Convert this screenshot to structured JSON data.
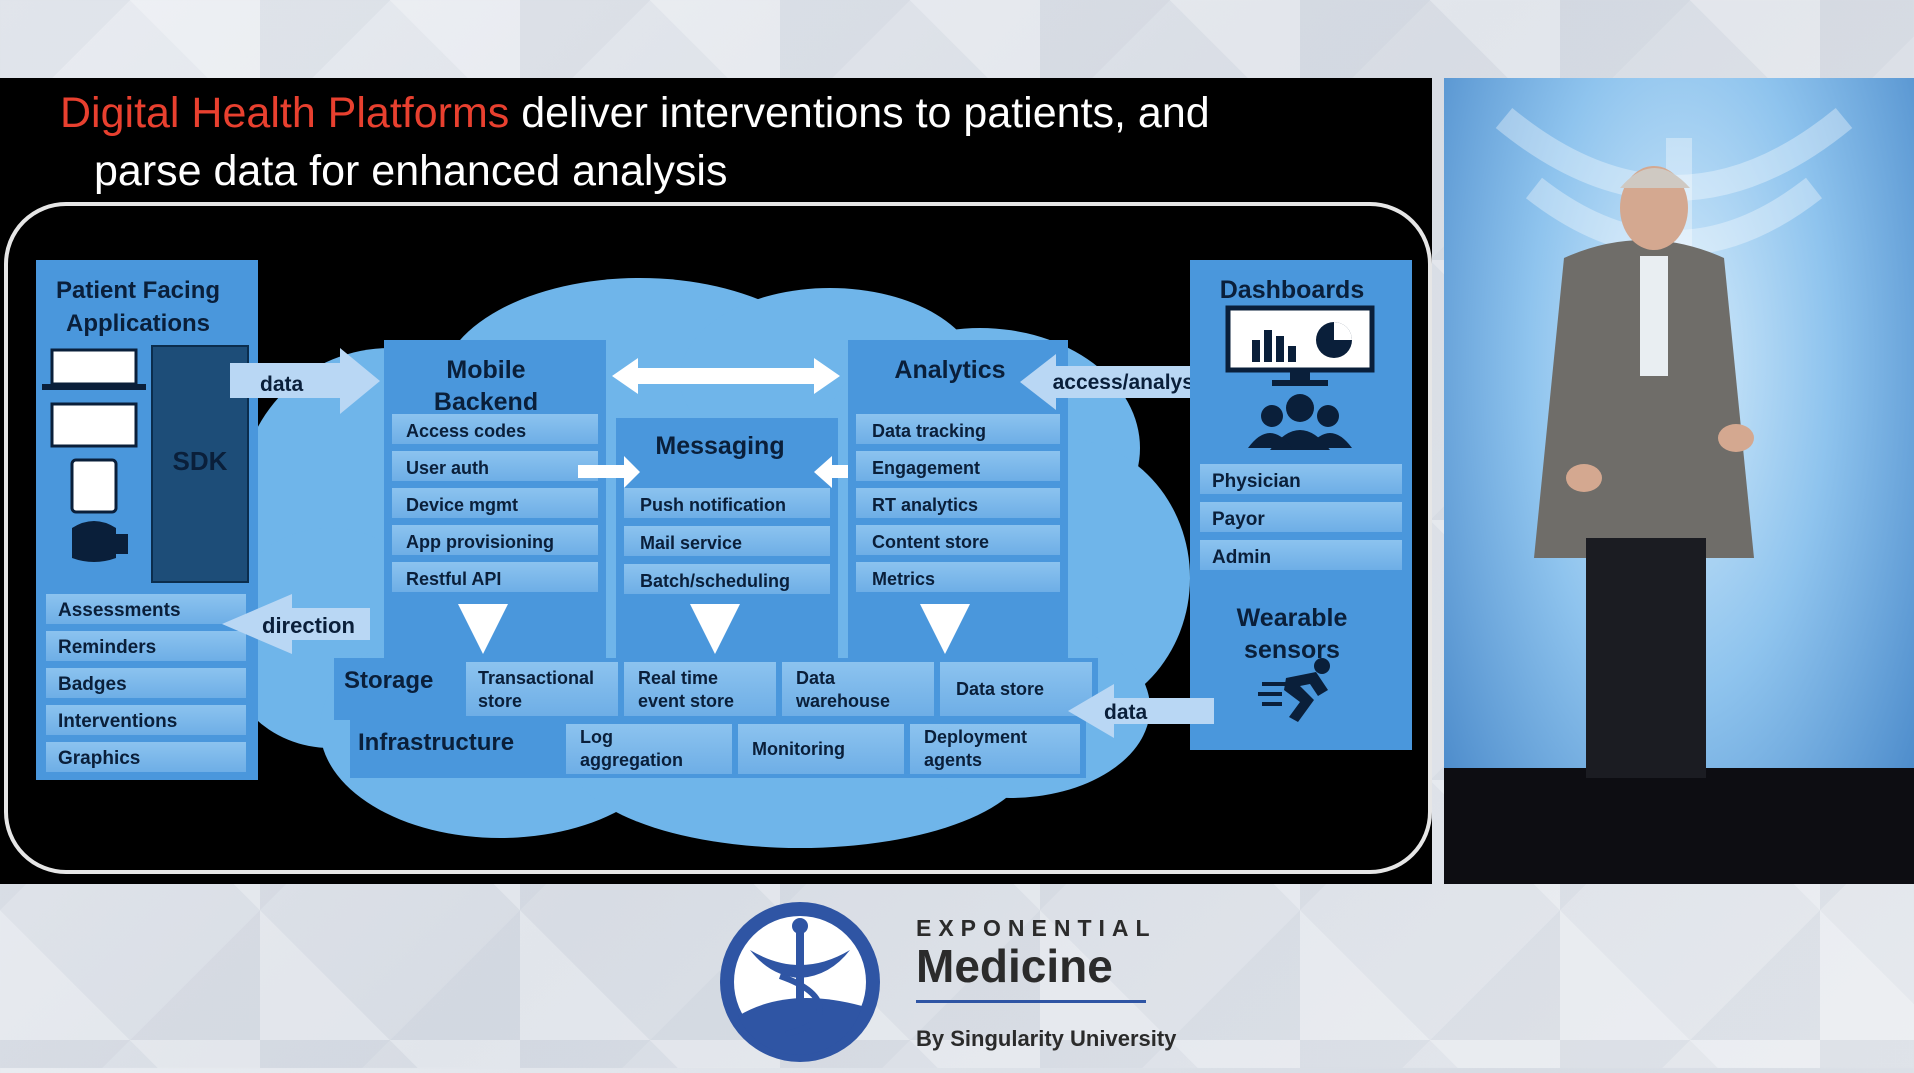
{
  "slide": {
    "title_highlight": "Digital Health Platforms",
    "title_line1_rest": " deliver interventions to patients, and",
    "title_line2": "parse data for enhanced analysis"
  },
  "diagram": {
    "patient": {
      "title1": "Patient Facing",
      "title2": "Applications",
      "sdk": "SDK",
      "items": [
        "Assessments",
        "Reminders",
        "Badges",
        "Interventions",
        "Graphics"
      ]
    },
    "arrows": {
      "data_in": "data",
      "direction": "direction",
      "access": "access/analysis",
      "wearable_data": "data"
    },
    "mobile_backend": {
      "title1": "Mobile",
      "title2": "Backend",
      "items": [
        "Access codes",
        "User auth",
        "Device mgmt",
        "App provisioning",
        "Restful API"
      ]
    },
    "messaging": {
      "title": "Messaging",
      "items": [
        "Push notification",
        "Mail service",
        "Batch/scheduling"
      ]
    },
    "analytics": {
      "title": "Analytics",
      "items": [
        "Data tracking",
        "Engagement",
        "RT analytics",
        "Content store",
        "Metrics"
      ]
    },
    "storage": {
      "label": "Storage",
      "cells": [
        {
          "l1": "Transactional",
          "l2": "store"
        },
        {
          "l1": "Real time",
          "l2": "event store"
        },
        {
          "l1": "Data",
          "l2": "warehouse"
        },
        {
          "l1": "Data store",
          "l2": ""
        }
      ]
    },
    "infrastructure": {
      "label": "Infrastructure",
      "cells": [
        {
          "l1": "Log",
          "l2": "aggregation"
        },
        {
          "l1": "Monitoring",
          "l2": ""
        },
        {
          "l1": "Deployment",
          "l2": "agents"
        }
      ]
    },
    "dashboards": {
      "title": "Dashboards",
      "items": [
        "Physician",
        "Payor",
        "Admin"
      ]
    },
    "wearables": {
      "title1": "Wearable",
      "title2": "sensors"
    }
  },
  "brand": {
    "line1": "EXPONENTIAL",
    "line2": "Medicine",
    "line3": "By Singularity University",
    "color": "#2f55a4"
  },
  "colors": {
    "slide_bg": "#000000",
    "cloud": "#6fb5ea",
    "box": "#4a97dc",
    "row": "#7fb9ea",
    "dark_box": "#1d4d78",
    "title_highlight": "#e8402f"
  }
}
